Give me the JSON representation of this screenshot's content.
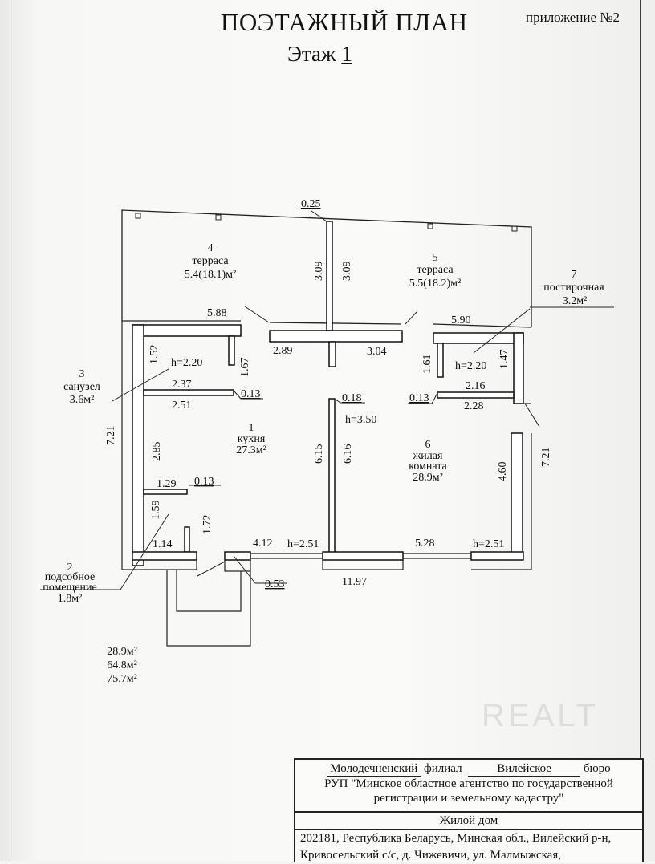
{
  "header": {
    "title": "ПОЭТАЖНЫЙ ПЛАН",
    "floor_label": "Этаж",
    "floor_number": "1",
    "appendix": "приложение №2"
  },
  "rooms": [
    {
      "number": "1",
      "name": "кухня",
      "area": "27.3м²"
    },
    {
      "number": "2",
      "name_line1": "подсобное",
      "name_line2": "помещение",
      "area": "1.8м²"
    },
    {
      "number": "3",
      "name": "санузел",
      "area": "3.6м²"
    },
    {
      "number": "4",
      "name": "терраса",
      "area": "5.4(18.1)м²"
    },
    {
      "number": "5",
      "name": "терраса",
      "area": "5.5(18.2)м²"
    },
    {
      "number": "6",
      "name_line1": "жилая",
      "name_line2": "комната",
      "area": "28.9м²"
    },
    {
      "number": "7",
      "name": "постирочная",
      "area": "3.2м²"
    }
  ],
  "heights": {
    "bath": "h=2.20",
    "laundry": "h=2.20",
    "main": "h=3.50",
    "window_left": "h=2.51",
    "window_right": "h=2.51"
  },
  "dimensions": {
    "d_025": "0.25",
    "d_309a": "3.09",
    "d_309b": "3.09",
    "d_588": "5.88",
    "d_590": "5.90",
    "d_289": "2.89",
    "d_304": "3.04",
    "d_152": "1.52",
    "d_167": "1.67",
    "d_237": "2.37",
    "d_013a": "0.13",
    "d_251": "2.51",
    "d_161": "1.61",
    "d_147": "1.47",
    "d_216": "2.16",
    "d_013b": "0.13",
    "d_228": "2.28",
    "d_018": "0.18",
    "d_721a": "7.21",
    "d_721b": "7.21",
    "d_285": "2.85",
    "d_615": "6.15",
    "d_616": "6.16",
    "d_460": "4.60",
    "d_129": "1.29",
    "d_013c": "0.13",
    "d_159": "1.59",
    "d_172": "1.72",
    "d_114": "1.14",
    "d_412": "4.12",
    "d_528": "5.28",
    "d_053": "0.53",
    "d_1197": "11.97"
  },
  "totals": [
    "28.9м²",
    "64.8м²",
    "75.7м²"
  ],
  "stamp": {
    "branch": "Молодечненский",
    "branch_word": "филиал",
    "bureau": "Вилейское",
    "bureau_word": "бюро",
    "org_line1": "РУП \"Минское областное агентство по государственной",
    "org_line2": "регистрации и земельному кадастру\"",
    "object": "Жилой дом",
    "address_line1": "202181, Республика Беларусь, Минская обл., Вилейский р-н,",
    "address_line2": "Кривосельский с/с, д. Чижевичи, ул. Малмыжская,"
  },
  "watermark": "REALT"
}
